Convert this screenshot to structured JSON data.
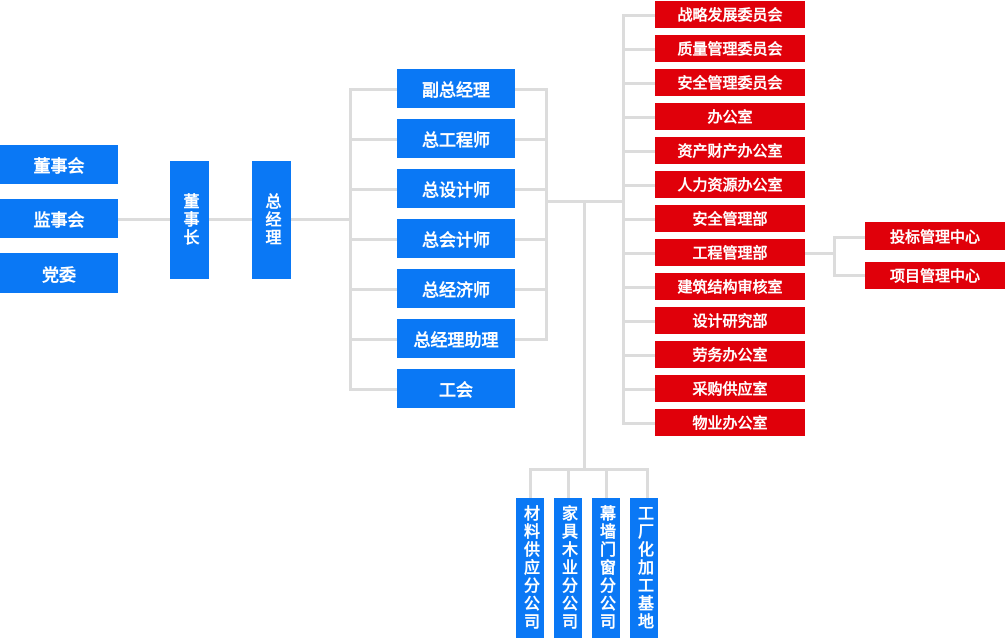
{
  "chart_data": {
    "type": "org-chart",
    "left_boxes": [
      "董事会",
      "监事会",
      "党委"
    ],
    "chairman": "董事长",
    "general_manager": "总经理",
    "executives": [
      "副总经理",
      "总工程师",
      "总设计师",
      "总会计师",
      "总经济师",
      "总经理助理",
      "工会"
    ],
    "departments": [
      "战略发展委员会",
      "质量管理委员会",
      "安全管理委员会",
      "办公室",
      "资产财产办公室",
      "人力资源办公室",
      "安全管理部",
      "工程管理部",
      "建筑结构审核室",
      "设计研究部",
      "劳务办公室",
      "采购供应室",
      "物业办公室"
    ],
    "engineering_sub": [
      "投标管理中心",
      "项目管理中心"
    ],
    "subsidiaries": [
      "材料供应分公司",
      "家具木业分公司",
      "幕墙门窗分公司",
      "工厂化加工基地"
    ],
    "colors": {
      "primary": "#0a78f5",
      "department": "#e0000a",
      "connector": "#dcdcdc"
    }
  }
}
